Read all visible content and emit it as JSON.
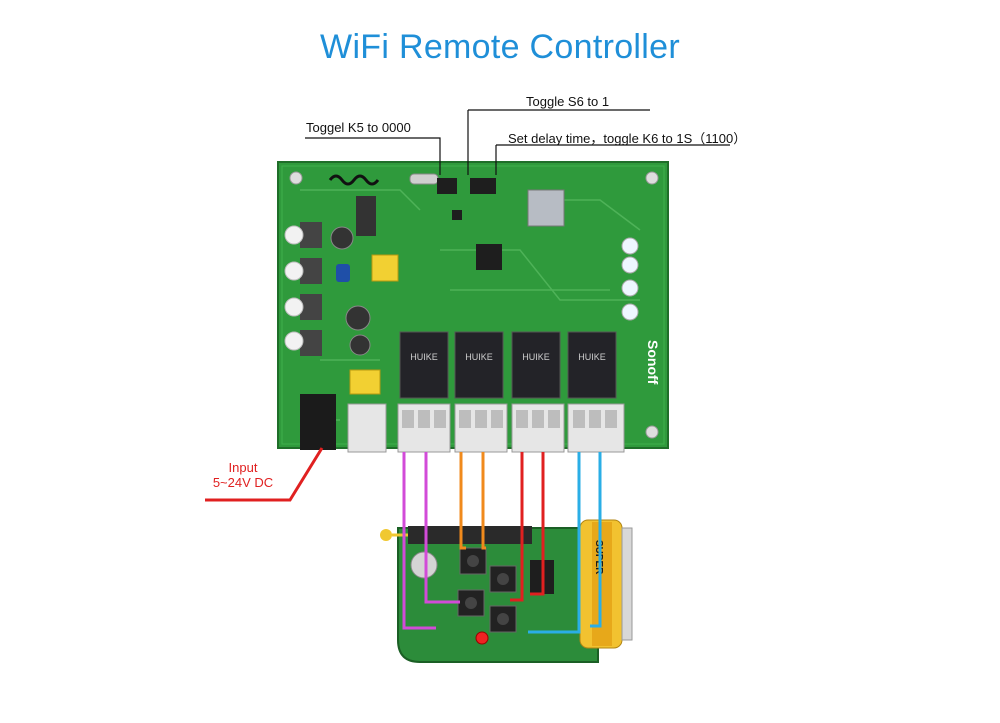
{
  "title": "WiFi Remote Controller",
  "annotations": {
    "toggle_k5": "Toggel K5 to 0000",
    "toggle_s6": "Toggle S6 to 1",
    "set_delay": "Set delay time，toggle K6 to 1S（1100）"
  },
  "input": {
    "line1": "Input",
    "line2": "5~24V DC"
  },
  "board": {
    "brand": "Sonoff",
    "relay_text": "HUIKE"
  },
  "remote": {
    "battery_text": "SUPER"
  },
  "colors": {
    "title": "#1f8fd8",
    "pcb": "#2f9a3c",
    "wire_magenta": "#d24bd8",
    "wire_orange": "#f08a1c",
    "wire_red": "#e02020",
    "wire_blue": "#2aaee6"
  }
}
